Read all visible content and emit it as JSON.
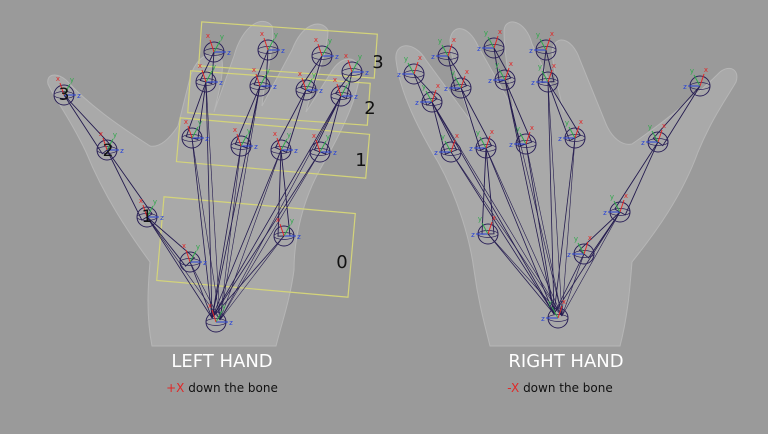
{
  "left_hand": {
    "title": "LEFT HAND",
    "caption_axis": "+X",
    "caption_rest": "down the bone",
    "segment_labels": [
      "0",
      "1",
      "2",
      "3"
    ],
    "thumb_labels": [
      "1",
      "2",
      "3"
    ]
  },
  "right_hand": {
    "title": "RIGHT HAND",
    "caption_axis": "-X",
    "caption_rest": "down the bone"
  },
  "axis_labels": {
    "x": "x",
    "y": "y",
    "z": "z"
  },
  "colors": {
    "background": "#9a9a9a",
    "hand": "#a9a9a9",
    "bone": "#231a4e",
    "joint": "#2a2058",
    "highlight_box": "#d4d47a",
    "axis_x": "#e02828",
    "axis_y": "#2fa84a",
    "axis_z": "#2440d8",
    "title_text": "#ffffff",
    "caption_text": "#111111"
  }
}
